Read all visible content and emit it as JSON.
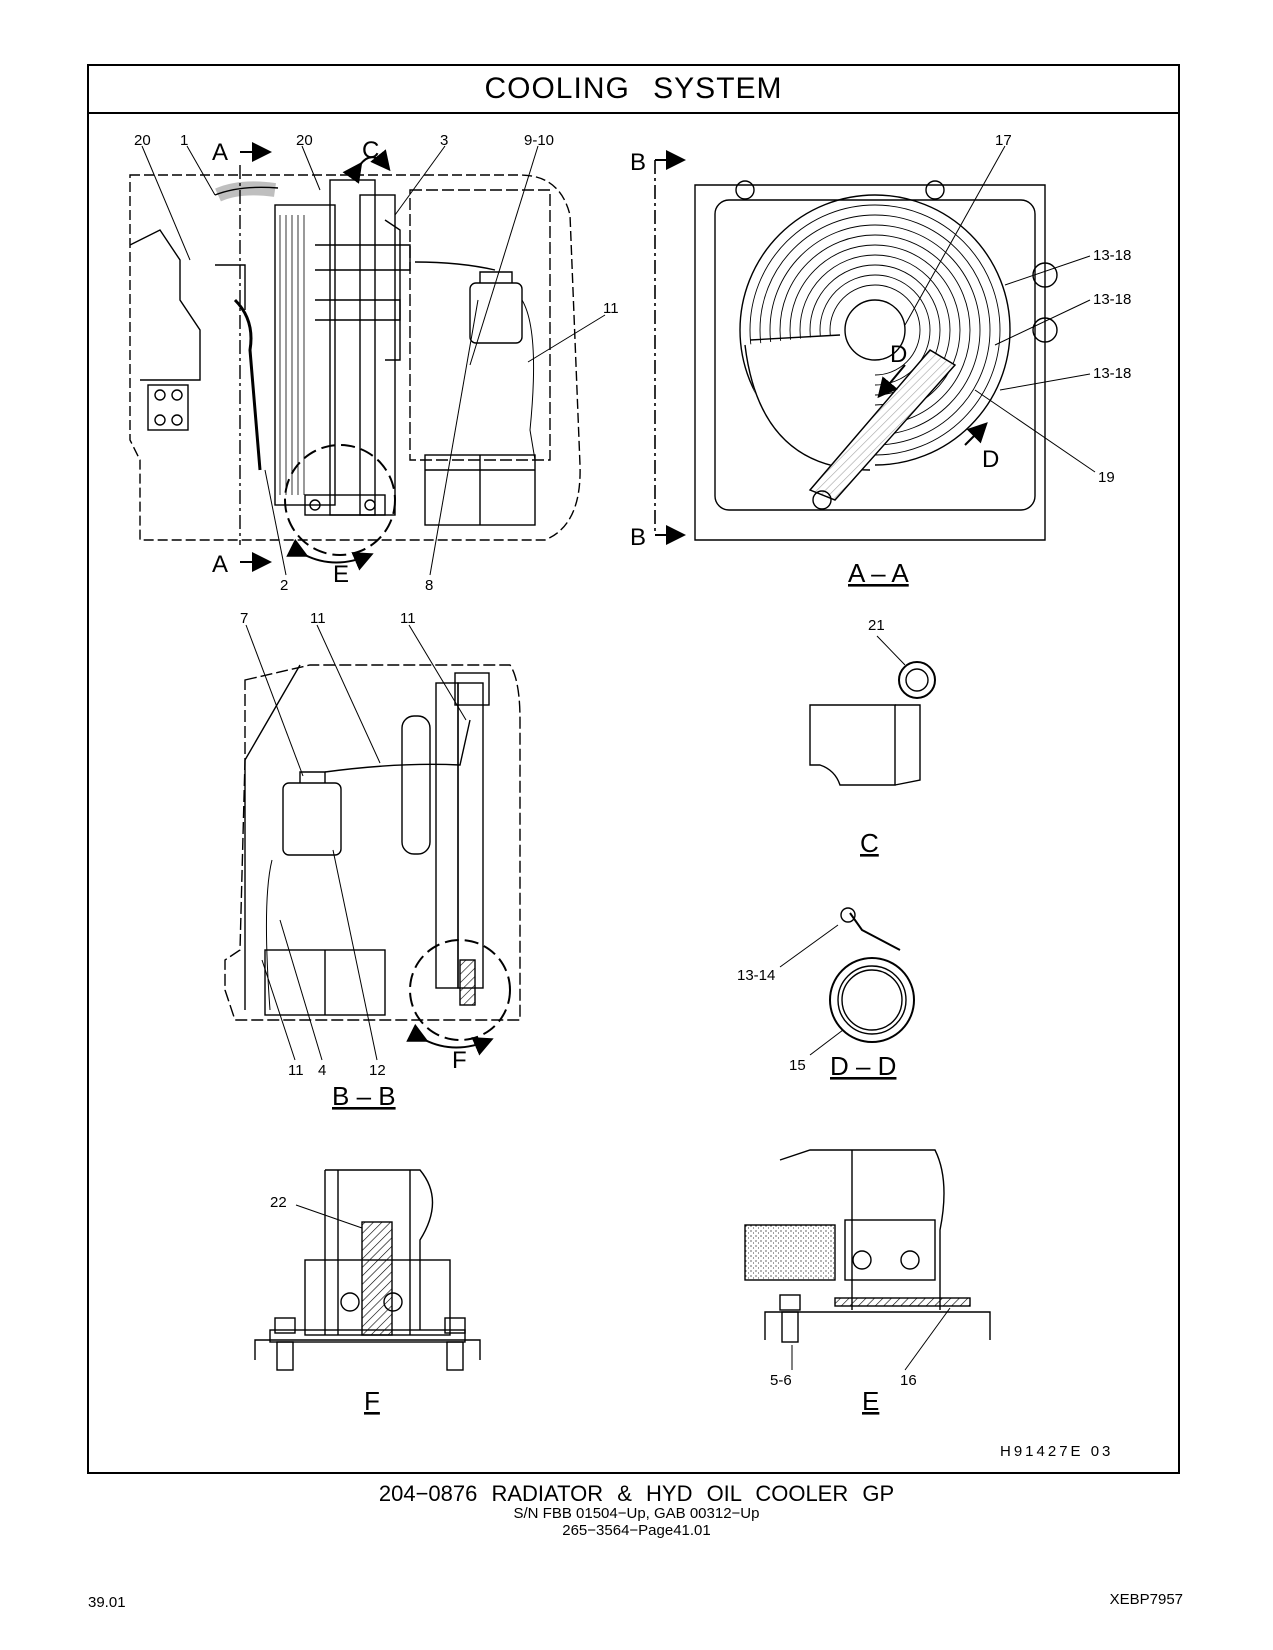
{
  "title": "COOLING SYSTEM",
  "views": {
    "main": {
      "callouts": [
        "20",
        "1",
        "20",
        "3",
        "9-10",
        "11",
        "2",
        "8"
      ],
      "section_markers": [
        "A",
        "A",
        "C",
        "E"
      ]
    },
    "aa": {
      "caption": "A – A",
      "markers": [
        "B",
        "B",
        "D",
        "D"
      ],
      "callouts": [
        "17",
        "13-18",
        "13-18",
        "13-18",
        "19"
      ]
    },
    "bb": {
      "caption": "B – B",
      "callouts": [
        "7",
        "11",
        "11",
        "11",
        "4",
        "12"
      ],
      "markers": [
        "F"
      ]
    },
    "c": {
      "caption": "C",
      "callouts": [
        "21"
      ]
    },
    "dd": {
      "caption": "D – D",
      "callouts": [
        "13-14",
        "15"
      ]
    },
    "f": {
      "caption": "F",
      "callouts": [
        "22"
      ]
    },
    "e": {
      "caption": "E",
      "callouts": [
        "5-6",
        "16"
      ]
    }
  },
  "drawing_ref": "H91427E   03",
  "footer": {
    "part": "204−0876  RADIATOR & HYD OIL COOLER GP",
    "serials": "S/N FBB 01504−Up, GAB 00312−Up",
    "page_ref": "265−3564−Page41.01"
  },
  "page_number": "39.01",
  "doc_id": "XEBP7957"
}
